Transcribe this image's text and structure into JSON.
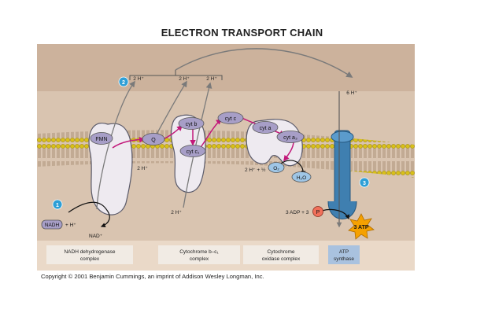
{
  "title": "ELECTRON TRANSPORT CHAIN",
  "copyright": "Copyright © 2001 Benjamin Cummings, an imprint of Addison Wesley Longman, Inc.",
  "step_numbers": [
    "1",
    "2",
    "3"
  ],
  "proton_labels": {
    "top_1": "2 H⁺",
    "top_2": "2 H⁺",
    "top_3": "2 H⁺",
    "top_right": "6 H⁺",
    "matrix_1": "2 H⁺",
    "matrix_2": "2 H⁺",
    "oxygen_side": "2 H⁺ + ½",
    "adp": "3 ADP + 3"
  },
  "carriers": {
    "fmn": "FMN",
    "q": "Q",
    "cyt_b": "cyt b",
    "cyt_c1": "cyt c₁",
    "cyt_c": "cyt c",
    "cyt_a": "cyt a",
    "cyt_a3": "cyt a₃",
    "o2": "O₂",
    "h2o": "H₂O",
    "pi": "P",
    "atp": "3 ATP"
  },
  "nadh": {
    "nadh": "NADH",
    "plus_h": "+ H⁺",
    "nad": "NAD⁺"
  },
  "complexes": [
    {
      "line1": "NADH dehydrogenase",
      "line2": "complex"
    },
    {
      "line1": "Cytochrome b–c₁",
      "line2": "complex"
    },
    {
      "line1": "Cytochrome",
      "line2": "oxidase complex"
    },
    {
      "line1": "ATP",
      "line2": "synthase"
    }
  ],
  "colors": {
    "background": "#d9c4b0",
    "bottom_band": "#ead9c8",
    "top_band": "#ccb29c",
    "lipid_head": "#d8c01a",
    "protein": "#eeeaf0",
    "carrier": "#a79ec7",
    "arrow": "#c2187a",
    "atp_synthase": "#3f7fb0",
    "atp_star": "#f5a100",
    "step_badge": "#2e9fd6",
    "label_box": "#f1ebe4",
    "atp_label_box": "#a9c2df"
  }
}
